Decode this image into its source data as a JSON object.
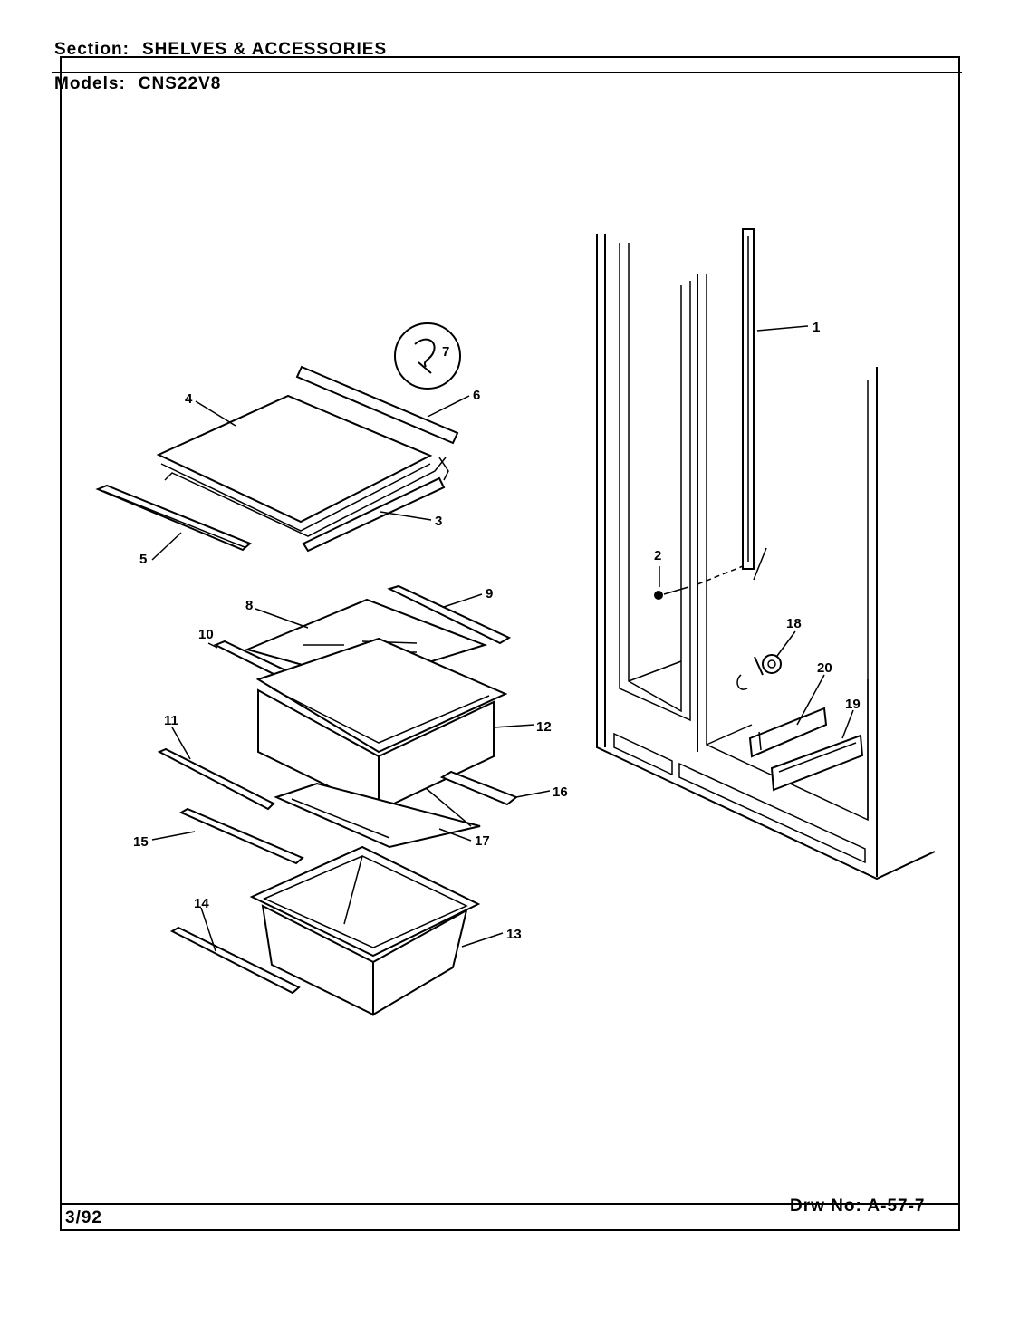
{
  "header": {
    "section_label": "Section:",
    "section_value": "SHELVES & ACCESSORIES",
    "models_label": "Models:",
    "models_value": "CNS22V8"
  },
  "footer": {
    "date": "3/92",
    "drawing_label": "Drw No:",
    "drawing_number": "A-57-7"
  },
  "callouts": [
    "1",
    "2",
    "3",
    "4",
    "5",
    "6",
    "7",
    "8",
    "9",
    "10",
    "11",
    "12",
    "13",
    "14",
    "15",
    "16",
    "17",
    "18",
    "19",
    "20"
  ]
}
